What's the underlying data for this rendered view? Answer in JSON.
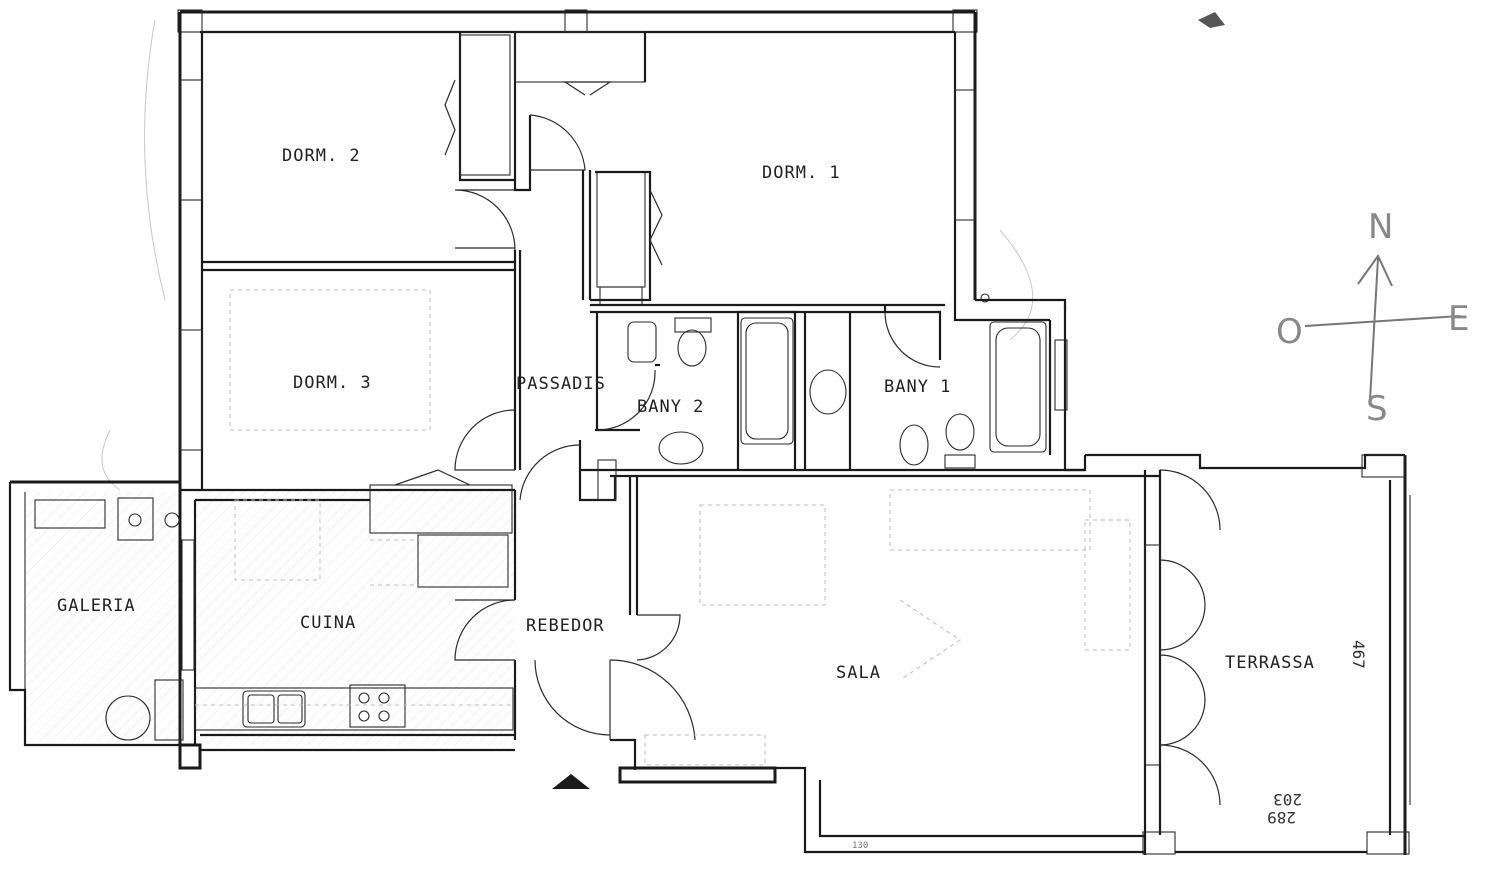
{
  "rooms": {
    "dorm2": "DORM. 2",
    "dorm1": "DORM. 1",
    "dorm3": "DORM. 3",
    "passadis": "PASSADIS",
    "bany2": "BANY 2",
    "bany1": "BANY 1",
    "galeria": "GALERIA",
    "cuina": "CUINA",
    "rebedor": "REBEDOR",
    "sala": "SALA",
    "terrassa": "TERRASSA"
  },
  "compass": {
    "north": "N",
    "south": "S",
    "east": "E",
    "west": "O"
  },
  "annotations": {
    "terrassa_dim_side": "467",
    "terrassa_dim_a": "203",
    "terrassa_dim_b": "289",
    "sala_bottom": "130"
  },
  "icons": {
    "entrance": "entrance-arrow-icon",
    "compass": "compass-rose-icon"
  }
}
